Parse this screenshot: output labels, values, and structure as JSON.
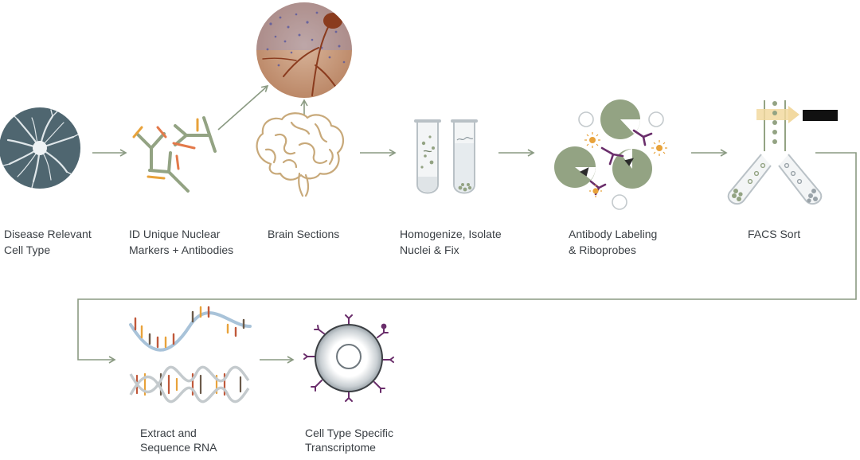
{
  "steps": [
    {
      "id": "cell",
      "line1": "Disease Relevant",
      "line2": "Cell Type"
    },
    {
      "id": "markers",
      "line1": "ID Unique Nuclear",
      "line2": "Markers + Antibodies"
    },
    {
      "id": "brain",
      "line1": "Brain Sections",
      "line2": ""
    },
    {
      "id": "homogenize",
      "line1": "Homogenize, Isolate",
      "line2": "Nuclei & Fix"
    },
    {
      "id": "labeling",
      "line1": "Antibody Labeling",
      "line2": "& Riboprobes"
    },
    {
      "id": "facs",
      "line1": "FACS Sort",
      "line2": ""
    },
    {
      "id": "sequence",
      "line1": "Extract and",
      "line2": "Sequence RNA"
    },
    {
      "id": "transcriptome",
      "line1": "Cell Type Specific",
      "line2": "Transcriptome"
    }
  ],
  "colors": {
    "arrow": "#8a9a82",
    "cell_bg": "#4f6670",
    "sage": "#93a383",
    "purple": "#6a2e6b",
    "orange": "#e8a23a",
    "brain": "#c8a97a",
    "tube": "#b9c1c6",
    "stain": "#b97c5e"
  },
  "icons": [
    "neuron-icon",
    "antibody-icon",
    "brain-icon",
    "tissue-section-icon",
    "test-tube-icon",
    "bead-icon",
    "facs-sorter-icon",
    "rna-strand-icon",
    "dna-helix-icon",
    "nucleus-icon"
  ]
}
